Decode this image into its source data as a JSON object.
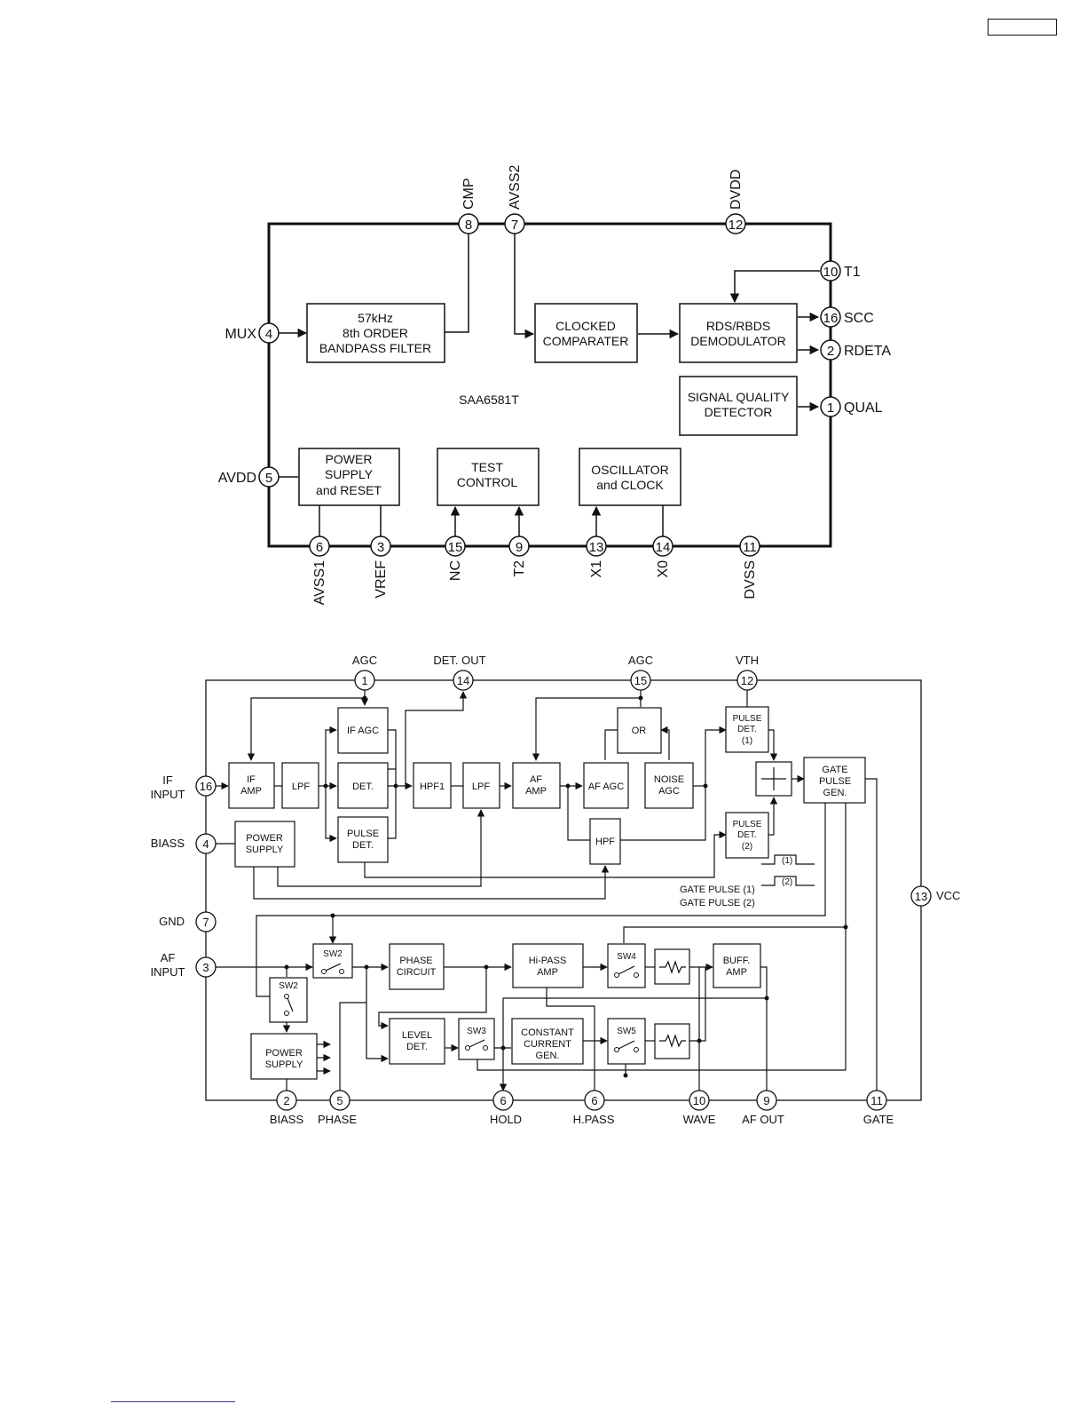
{
  "diagram1": {
    "chip_name": "SAA6581T",
    "blocks": {
      "bandpass": [
        "57kHz",
        "8th ORDER",
        "BANDPASS FILTER"
      ],
      "comparator": [
        "CLOCKED",
        "COMPARATER"
      ],
      "demodulator": [
        "RDS/RBDS",
        "DEMODULATOR"
      ],
      "quality": [
        "SIGNAL QUALITY",
        "DETECTOR"
      ],
      "power": [
        "POWER",
        "SUPPLY",
        "and RESET"
      ],
      "test": [
        "TEST",
        "CONTROL"
      ],
      "osc": [
        "OSCILLATOR",
        "and CLOCK"
      ]
    },
    "pins": [
      {
        "num": "4",
        "name": "MUX"
      },
      {
        "num": "5",
        "name": "AVDD"
      },
      {
        "num": "8",
        "name": "CMP"
      },
      {
        "num": "7",
        "name": "AVSS2"
      },
      {
        "num": "12",
        "name": "DVDD"
      },
      {
        "num": "10",
        "name": "T1"
      },
      {
        "num": "16",
        "name": "SCC"
      },
      {
        "num": "2",
        "name": "RDETA"
      },
      {
        "num": "1",
        "name": "QUAL"
      },
      {
        "num": "6",
        "name": "AVSS1"
      },
      {
        "num": "3",
        "name": "VREF"
      },
      {
        "num": "15",
        "name": "NC"
      },
      {
        "num": "9",
        "name": "T2"
      },
      {
        "num": "13",
        "name": "X1"
      },
      {
        "num": "14",
        "name": "X0"
      },
      {
        "num": "11",
        "name": "DVSS"
      }
    ]
  },
  "diagram2": {
    "blocks": {
      "ifamp": [
        "IF",
        "AMP"
      ],
      "lpf1": [
        "LPF"
      ],
      "ifagc": [
        "IF AGC"
      ],
      "det": [
        "DET."
      ],
      "pulsedet": [
        "PULSE",
        "DET."
      ],
      "hpf1": [
        "HPF1"
      ],
      "lpf2": [
        "LPF"
      ],
      "afamp": [
        "AF",
        "AMP"
      ],
      "afagc": [
        "AF AGC"
      ],
      "or": [
        "OR"
      ],
      "noiseagc": [
        "NOISE",
        "AGC"
      ],
      "hpf": [
        "HPF"
      ],
      "pulsedet1": [
        "PULSE",
        "DET.",
        "(1)"
      ],
      "pulsedet2": [
        "PULSE",
        "DET.",
        "(2)"
      ],
      "gatepulse": [
        "GATE",
        "PULSE",
        "GEN."
      ],
      "power1": [
        "POWER",
        "SUPPLY"
      ],
      "sw2a": [
        "SW2"
      ],
      "phase": [
        "PHASE",
        "CIRCUIT"
      ],
      "hipass": [
        "Hi-PASS",
        "AMP"
      ],
      "sw4": [
        "SW4"
      ],
      "buff": [
        "BUFF.",
        "AMP"
      ],
      "sw2b": [
        "SW2"
      ],
      "leveldet": [
        "LEVEL",
        "DET."
      ],
      "sw3": [
        "SW3"
      ],
      "constcur": [
        "CONSTANT",
        "CURRENT",
        "GEN."
      ],
      "sw5": [
        "SW5"
      ],
      "power2": [
        "POWER",
        "SUPPLY"
      ]
    },
    "pins": [
      {
        "num": "1",
        "name": "AGC"
      },
      {
        "num": "14",
        "name": "DET. OUT"
      },
      {
        "num": "15",
        "name": "AGC"
      },
      {
        "num": "12",
        "name": "VTH"
      },
      {
        "num": "16",
        "name": [
          "IF",
          "INPUT"
        ]
      },
      {
        "num": "4",
        "name": "BIASS"
      },
      {
        "num": "7",
        "name": "GND"
      },
      {
        "num": "3",
        "name": [
          "AF",
          "INPUT"
        ]
      },
      {
        "num": "13",
        "name": "VCC"
      },
      {
        "num": "2",
        "name": "BIASS"
      },
      {
        "num": "5",
        "name": "PHASE"
      },
      {
        "num": "6",
        "name": "HOLD"
      },
      {
        "num": "6",
        "name": "H.PASS"
      },
      {
        "num": "10",
        "name": "WAVE"
      },
      {
        "num": "9",
        "name": "AF OUT"
      },
      {
        "num": "11",
        "name": "GATE"
      }
    ],
    "legend": {
      "label1": "(1)",
      "label2": "(2)",
      "line1": "GATE PULSE (1)",
      "line2": "GATE PULSE (2)"
    }
  }
}
